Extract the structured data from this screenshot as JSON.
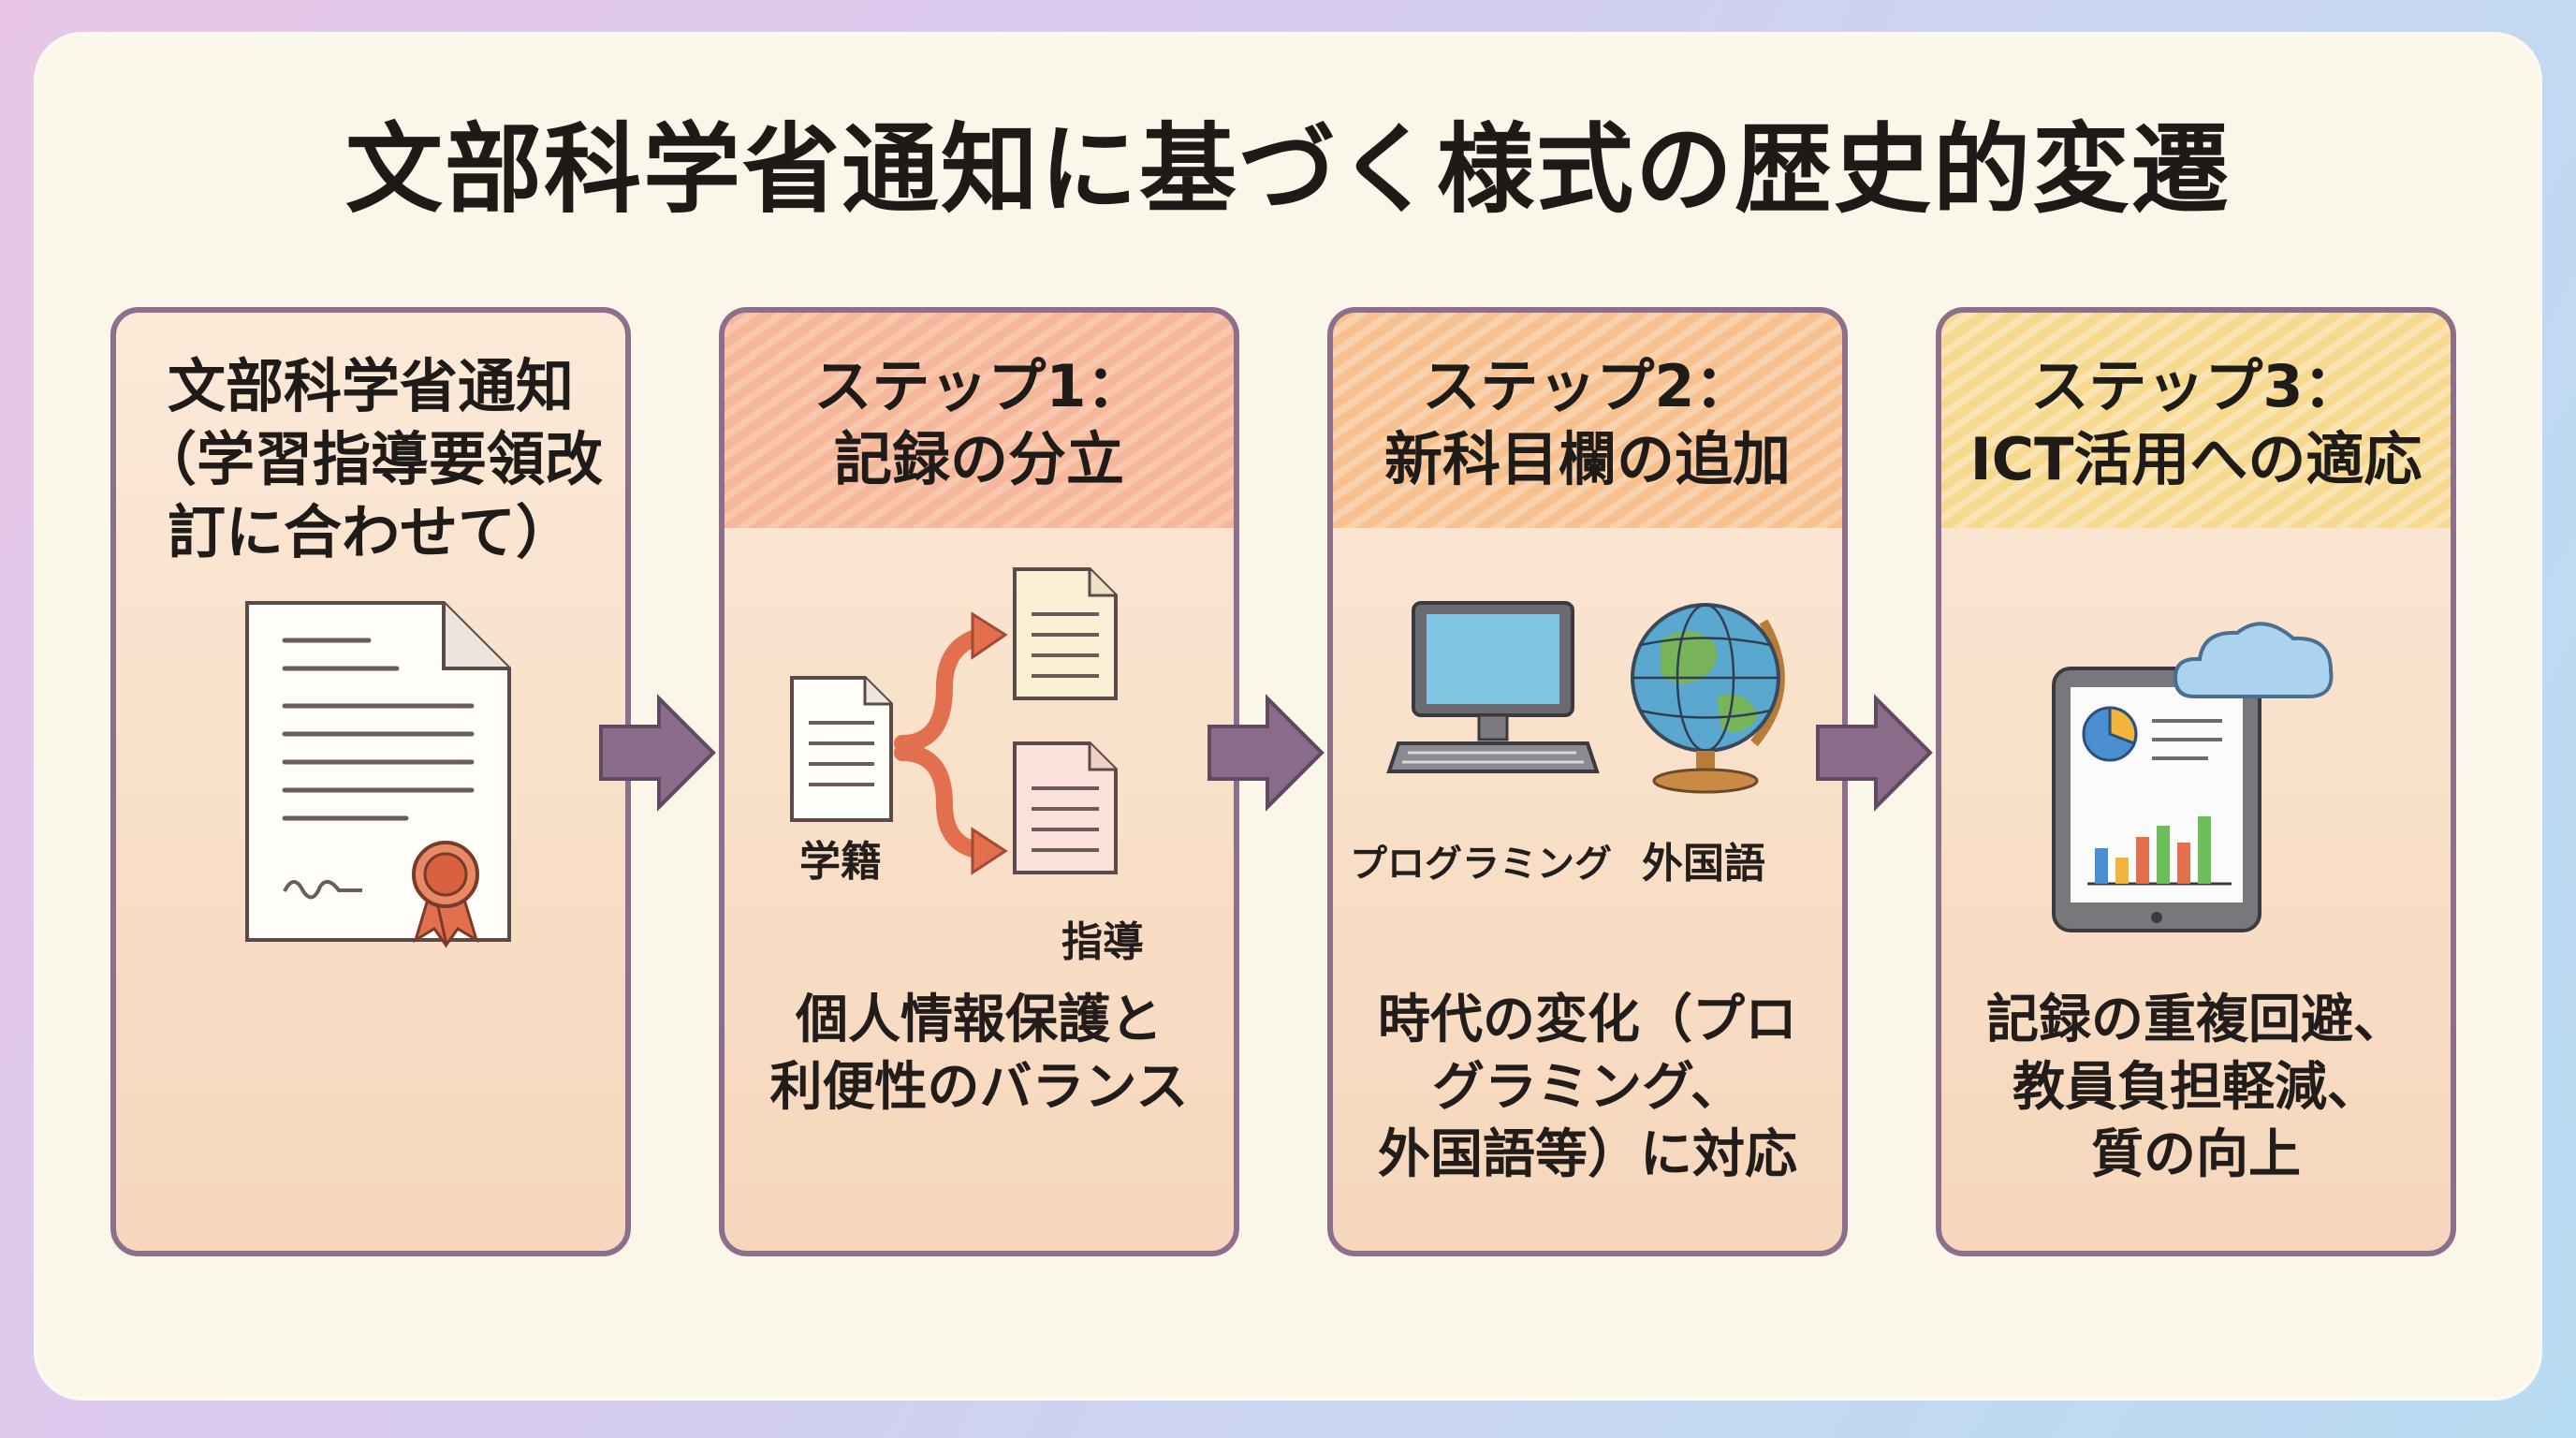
{
  "title": "文部科学省通知に基づく様式の歴史的変遷",
  "cards": [
    {
      "title_lines": [
        "文部科学省通知",
        "（学習指導要領改",
        "訂に合わせて）"
      ]
    },
    {
      "title_lines": [
        "ステップ1：",
        "記録の分立"
      ],
      "labels": {
        "left": "学籍",
        "right": "指導"
      },
      "desc_lines": [
        "個人情報保護と",
        "利便性のバランス"
      ],
      "accent": "#f5b79b"
    },
    {
      "title_lines": [
        "ステップ2：",
        "新科目欄の追加"
      ],
      "labels": {
        "left": "プログラミング",
        "right": "外国語"
      },
      "desc_lines": [
        "時代の変化（プロ",
        "グラミング、",
        "外国語等）に対応"
      ],
      "accent": "#f6c18f"
    },
    {
      "title_lines": [
        "ステップ3：",
        "ICT活用への適応"
      ],
      "desc_lines": [
        "記録の重複回避、",
        "教員負担軽減、",
        "質の向上"
      ],
      "accent": "#f6d88e"
    }
  ],
  "colors": {
    "border": "#8d6f8c",
    "arrow": "#8a6b8a",
    "card_bg": "#f8dec6",
    "frame_bg": "#fbf6ea"
  },
  "icons": [
    "document-icon",
    "seal-icon",
    "split-arrow-icon",
    "monitor-icon",
    "keyboard-icon",
    "globe-icon",
    "tablet-icon",
    "pie-chart-icon",
    "bar-chart-icon",
    "cloud-icon",
    "step-arrow-icon"
  ]
}
